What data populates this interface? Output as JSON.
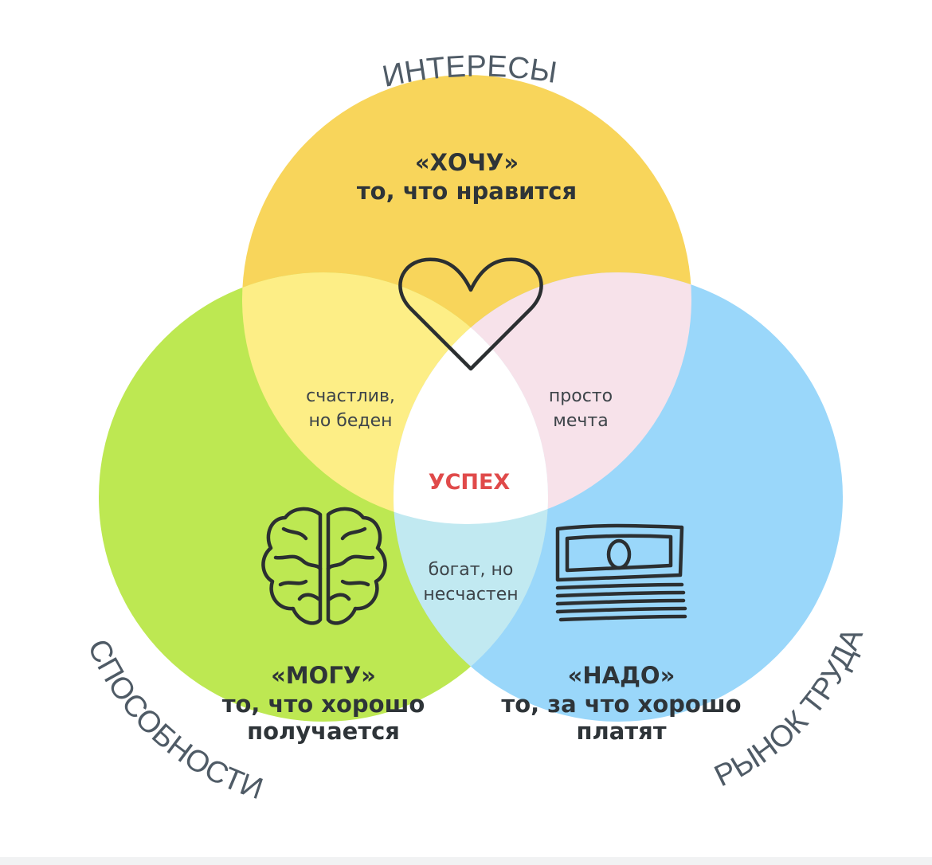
{
  "labels": {
    "top": "ИНТЕРЕСЫ",
    "left": "СПОСОБНОСТИ",
    "right": "РЫНОК ТРУДА"
  },
  "circles": {
    "want": {
      "title": "«ХОЧУ»",
      "subtitle": "то, что нравится",
      "color": "#f8d55b"
    },
    "can": {
      "title": "«МОГУ»",
      "line1": "то, что хорошо",
      "line2": "получается",
      "color": "#bde852"
    },
    "need": {
      "title": "«НАДО»",
      "line1": "то, за что хорошо",
      "line2": "платят",
      "color": "#9ad7fa"
    }
  },
  "intersections": {
    "want_can": {
      "line1": "счастлив,",
      "line2": "но беден",
      "color": "#fdee86"
    },
    "want_need": {
      "line1": "просто",
      "line2": "мечта",
      "color": "#f7e2ea"
    },
    "can_need": {
      "line1": "богат, но",
      "line2": "несчастен",
      "color": "#c1e9f1"
    },
    "center": {
      "label": "УСПЕХ",
      "color": "#ffffff"
    }
  },
  "icons": {
    "want": "heart-icon",
    "can": "brain-icon",
    "need": "money-stack-icon"
  }
}
